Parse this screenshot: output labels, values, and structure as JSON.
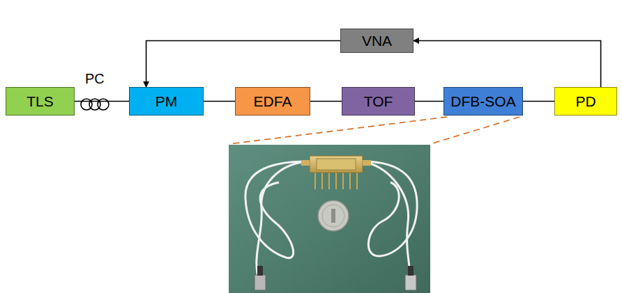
{
  "diagram": {
    "nodes": [
      {
        "text": [
          "VNA"
        ]
      },
      {
        "text": [
          "TLS"
        ]
      },
      {
        "text": [
          "PM"
        ]
      },
      {
        "text": [
          "EDFA"
        ]
      },
      {
        "text": [
          "TOF"
        ]
      },
      {
        "text": [
          "DFB-SOA"
        ]
      },
      {
        "text": [
          "PD"
        ]
      }
    ],
    "edges": [
      {
        "from": 1,
        "to": 2,
        "arrow": "none"
      },
      {
        "from": 2,
        "to": 3,
        "arrow": "none"
      },
      {
        "from": 3,
        "to": 4,
        "arrow": "none"
      },
      {
        "from": 4,
        "to": 5,
        "arrow": "none"
      },
      {
        "from": 5,
        "to": 6,
        "arrow": "none"
      },
      {
        "from": 6,
        "to": 0,
        "arrow": "to"
      },
      {
        "from": 0,
        "to": 2,
        "arrow": "to"
      }
    ],
    "labels": [
      "PC"
    ]
  }
}
